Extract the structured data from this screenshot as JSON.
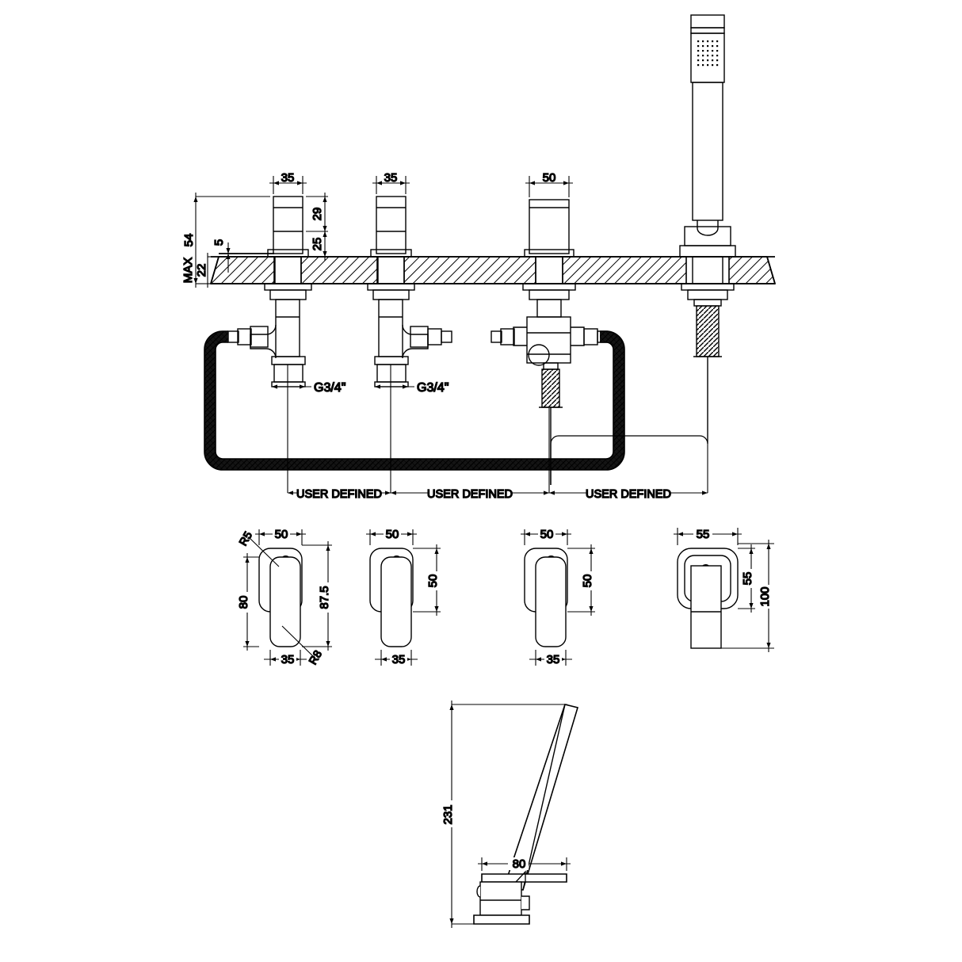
{
  "drawing": {
    "type": "technical-drawing",
    "subject": "4-hole deck mounted bath shower mixer tap",
    "units": "mm",
    "line_color": "#000000",
    "background_color": "#ffffff"
  },
  "views": {
    "main_section": {
      "name": "front-section-view",
      "vertical_dimensions": [
        {
          "id": "overall-height",
          "label": "54"
        },
        {
          "id": "deck-thickness-max",
          "label": "MAX",
          "value": "22"
        },
        {
          "id": "washer-thickness",
          "label": "5"
        },
        {
          "id": "handle-upper",
          "label": "29"
        },
        {
          "id": "handle-lower",
          "label": "25"
        }
      ],
      "width_dimensions": [
        {
          "id": "hot-handle-width",
          "label": "35"
        },
        {
          "id": "cold-handle-width",
          "label": "35"
        },
        {
          "id": "diverter-width",
          "label": "50"
        }
      ],
      "thread_labels": [
        {
          "id": "inlet-thread-left",
          "label": "G3/4\""
        },
        {
          "id": "inlet-thread-right",
          "label": "G3/4\""
        }
      ],
      "spacing_dimensions": [
        {
          "id": "spacing-1",
          "label": "USER DEFINED"
        },
        {
          "id": "spacing-2",
          "label": "USER DEFINED"
        },
        {
          "id": "spacing-3",
          "label": "USER DEFINED"
        }
      ]
    },
    "detail_views": [
      {
        "id": "handle-detail-1",
        "name": "hot-handle-plan-view",
        "dims": {
          "top_width": "50",
          "left_height": "80",
          "right_height": "87.5",
          "bottom_width": "35",
          "radius_top": "R5",
          "radius_bottom": "R8"
        }
      },
      {
        "id": "handle-detail-2",
        "name": "cold-handle-plan-view",
        "dims": {
          "top_width": "50",
          "right_height": "50",
          "bottom_width": "35"
        }
      },
      {
        "id": "handle-detail-3",
        "name": "diverter-handle-plan-view",
        "dims": {
          "top_width": "50",
          "right_height": "50",
          "bottom_width": "35"
        }
      },
      {
        "id": "handset-detail-4",
        "name": "shower-handset-holder-plan-view",
        "dims": {
          "top_width": "55",
          "inner_height": "55",
          "outer_height": "100"
        }
      }
    ],
    "spout_view": {
      "id": "spout-side-view",
      "name": "bath-spout-side-view",
      "dims": {
        "height": "231",
        "width": "80"
      }
    }
  }
}
